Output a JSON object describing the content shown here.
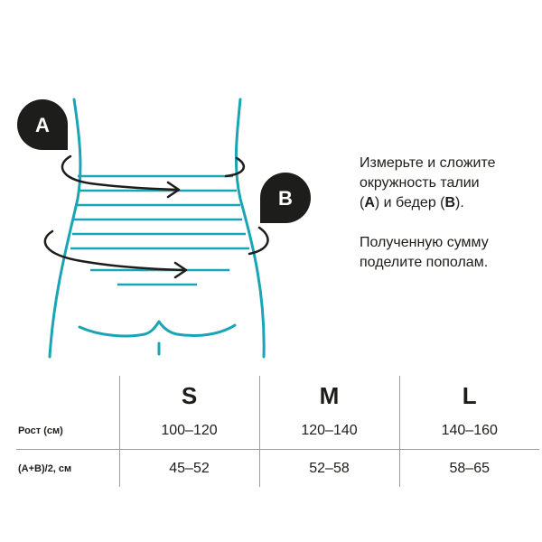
{
  "figure": {
    "marker_a": "A",
    "marker_b": "B",
    "colors": {
      "body_outline": "#1aa5b4",
      "marker_fill": "#1d1d1b",
      "arrow": "#1d1d1b"
    },
    "icons": [
      "torso-illustration",
      "belt-stripes",
      "circumference-arrow-icon"
    ]
  },
  "instructions": {
    "line1": "Измерьте и сложите",
    "line2": "окружность талии",
    "line3_open": "(",
    "line3_a": "A",
    "line3_mid": ") и бедер (",
    "line3_b": "B",
    "line3_close": ").",
    "para2_line1": "Полученную сумму",
    "para2_line2": "поделите пополам."
  },
  "table": {
    "sizes": [
      "S",
      "M",
      "L"
    ],
    "rows": [
      {
        "label": "Рост (см)",
        "values": [
          "100–120",
          "120–140",
          "140–160"
        ]
      },
      {
        "label": "(A+B)/2, см",
        "values": [
          "45–52",
          "52–58",
          "58–65"
        ]
      }
    ]
  }
}
